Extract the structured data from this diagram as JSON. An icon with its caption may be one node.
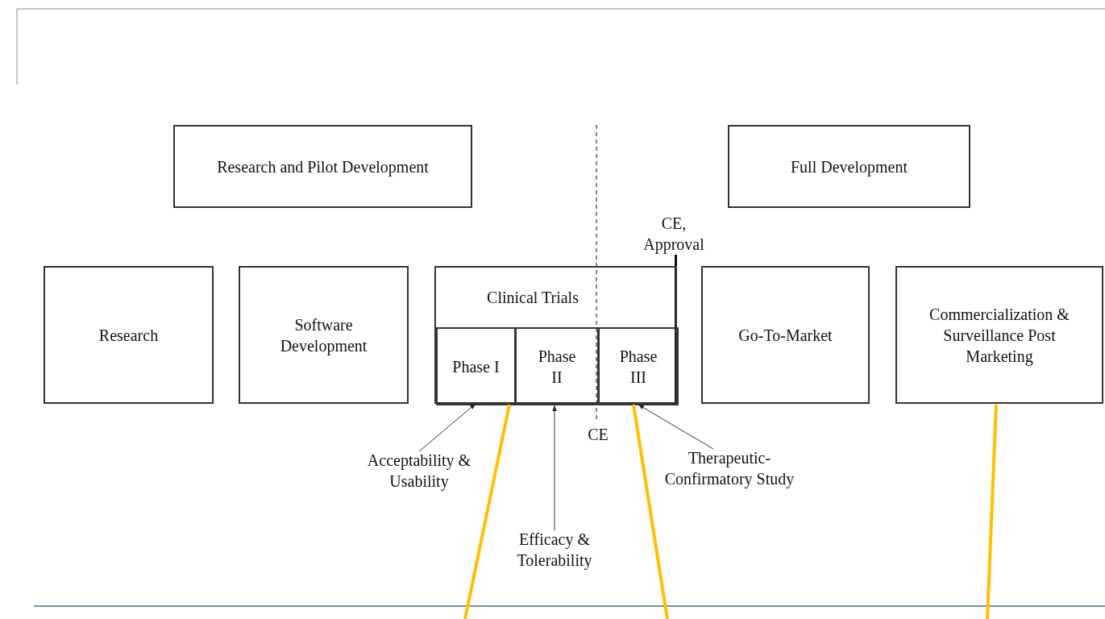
{
  "diagram": {
    "nodes": [
      {
        "text": [
          "Research and Pilot Development"
        ]
      },
      {
        "text": [
          "Full Development"
        ]
      },
      {
        "text": [
          "Research"
        ]
      },
      {
        "text": [
          "Software Development"
        ]
      },
      {
        "text": [
          "Clinical Trials"
        ]
      },
      {
        "text": [
          "Phase I"
        ],
        "in": 4
      },
      {
        "text": [
          "Phase II"
        ],
        "in": 4
      },
      {
        "text": [
          "Phase III"
        ],
        "in": 4
      },
      {
        "text": [
          "Go-To-Market"
        ]
      },
      {
        "text": [
          "Commercialization & Surveillance Post Marketing"
        ]
      },
      {
        "text": [
          "Acceptability & Usability"
        ]
      },
      {
        "text": [
          "Efficacy & Tolerability"
        ]
      },
      {
        "text": [
          "Therapeutic-Confirmatory Study"
        ]
      }
    ],
    "edges": [
      {
        "from": 10,
        "to": 5,
        "arrow": "to"
      },
      {
        "from": 11,
        "to": 6,
        "arrow": "to"
      },
      {
        "from": 12,
        "to": 7,
        "arrow": "to"
      },
      {
        "from": null,
        "to": 5,
        "arrow": "none",
        "style": "thick",
        "color": "#ffc000"
      },
      {
        "from": null,
        "to": 7,
        "arrow": "none",
        "style": "thick",
        "color": "#ffc000"
      },
      {
        "from": null,
        "to": 9,
        "arrow": "none",
        "style": "thick",
        "color": "#ffc000"
      }
    ],
    "labels": [
      "CE, Approval",
      "CE"
    ]
  }
}
